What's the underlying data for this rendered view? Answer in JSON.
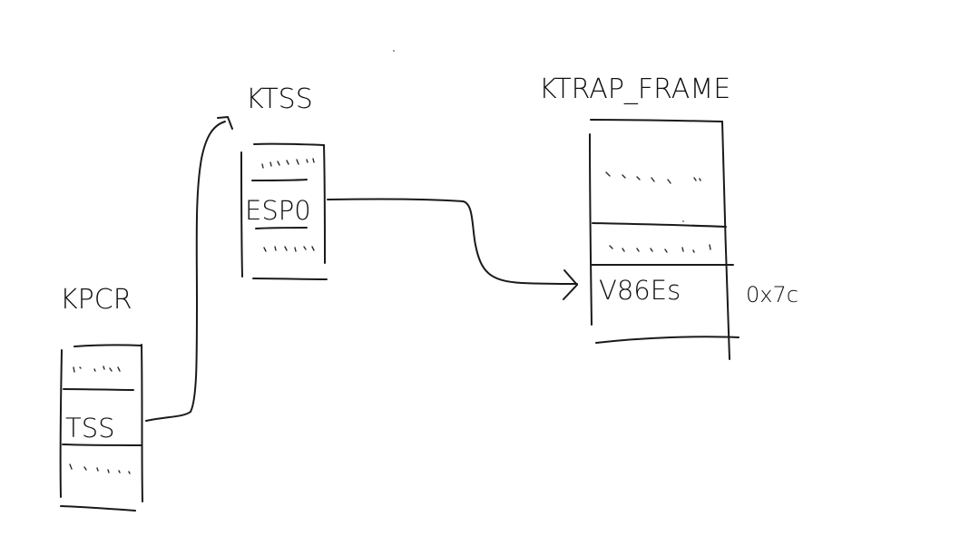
{
  "structures": {
    "kpcr": {
      "title": "KPCR",
      "field": "TSS"
    },
    "ktss": {
      "title": "KTSS",
      "field": "ESP0"
    },
    "ktrap_frame": {
      "title": "KTRAP_FRAME",
      "field": "V86Es",
      "side_note": "0x7c"
    }
  },
  "colors": {
    "ink": "#1a1a1a",
    "background": "#ffffff"
  }
}
